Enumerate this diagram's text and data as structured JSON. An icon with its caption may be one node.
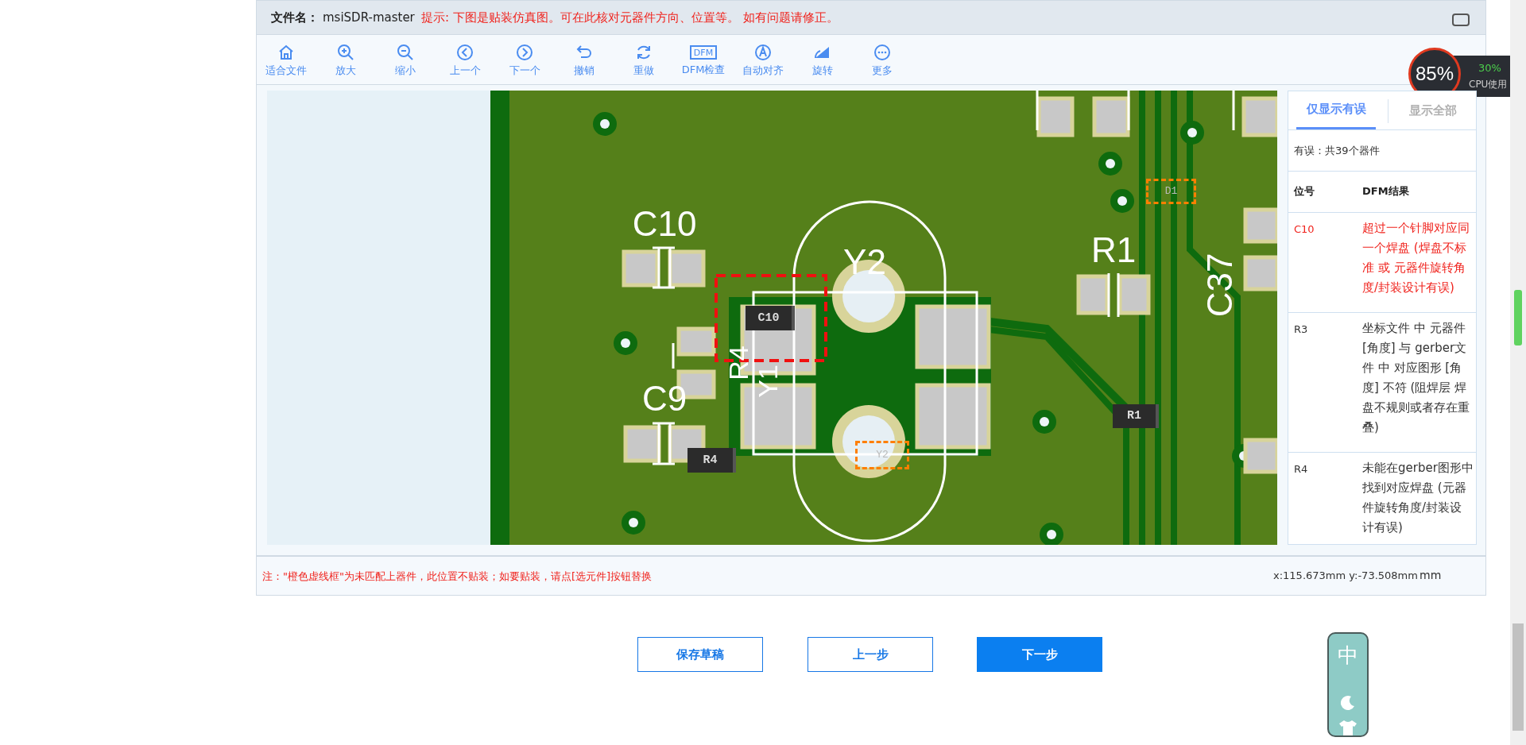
{
  "diagram": {
    "labels": [
      "文件名：",
      "msiSDR-master",
      "提示: 下图是贴装仿真图。可在此核对元器件方向、位置等。 如有问题请修正。",
      "适合文件",
      "放大",
      "缩小",
      "上一个",
      "下一个",
      "撤销",
      "重做",
      "DFM检查",
      "自动对齐",
      "旋转",
      "更多",
      "DFM",
      "85%",
      "30%",
      "CPU使用",
      "C10",
      "Y2",
      "R1",
      "C37",
      "C10",
      "R4",
      "Y1",
      "C9",
      "R1",
      "R4",
      "D1",
      "Y2",
      "仅显示有误",
      "显示全部",
      "有误：共39个器件",
      "位号",
      "DFM结果",
      "C10",
      "超过一个针脚对应同一个焊盘 (焊盘不标准 或 元器件旋转角度/封装设计有误)",
      "R3",
      "坐标文件 中 元器件 [角度] 与 gerber文件 中 对应图形 [角度] 不符 (阻焊层 焊盘不规则或者存在重叠)",
      "R4",
      "未能在gerber图形中找到对应焊盘 (元器件旋转角度/封装设计有误)",
      "注：\"橙色虚线框\"为未匹配上器件，此位置不贴装；如要贴装，请点[选元件]按钮替换",
      "x:115.673mm y:-73.508mm",
      "mm",
      "保存草稿",
      "上一步",
      "下一步",
      "中"
    ]
  }
}
